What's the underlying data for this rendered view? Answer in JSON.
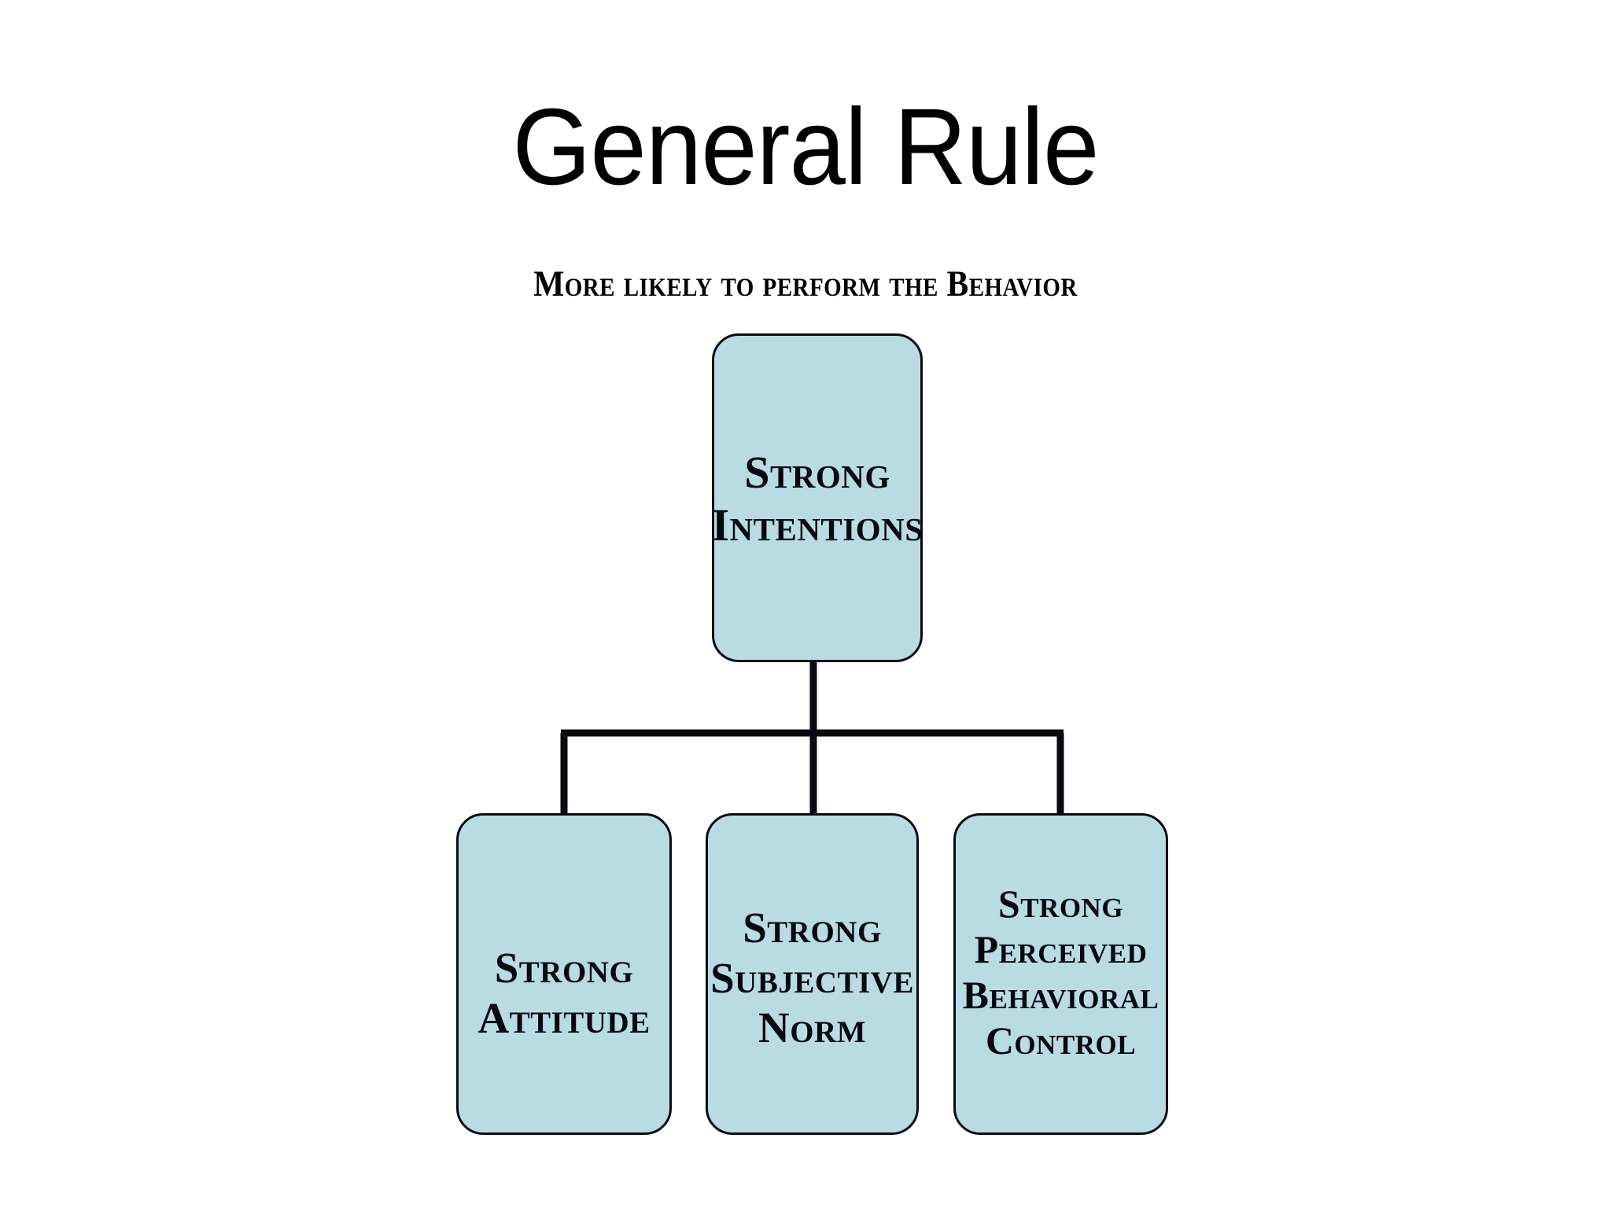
{
  "slide": {
    "title": "General Rule",
    "subtitle": "More likely to perform the Behavior",
    "background_color": "#ffffff"
  },
  "diagram": {
    "type": "hierarchy",
    "node_fill_color": "#b9dce4",
    "node_border_color": "#0a0a14",
    "connector_color": "#0a0a14",
    "root": {
      "id": "strong-intentions",
      "label": "Strong Intentions",
      "lines": [
        "Strong",
        "Intentions"
      ]
    },
    "children": [
      {
        "id": "strong-attitude",
        "label": "Strong Attitude",
        "lines": [
          "Strong",
          "Attitude"
        ]
      },
      {
        "id": "strong-subjective-norm",
        "label": "Strong Subjective Norm",
        "lines": [
          "Strong",
          "Subjective",
          "Norm"
        ]
      },
      {
        "id": "strong-perceived-behavioral-control",
        "label": "Strong Perceived Behavioral Control",
        "lines": [
          "Strong",
          "Perceived",
          "Behavioral",
          "Control"
        ]
      }
    ]
  }
}
